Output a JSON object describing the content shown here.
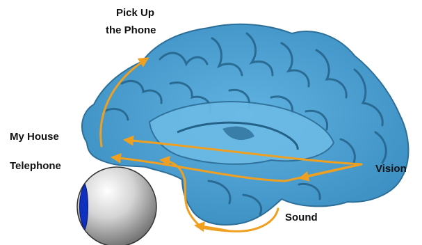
{
  "labels": {
    "pick_up_line1": "Pick Up",
    "pick_up_line2": "the Phone",
    "my_house": "My House",
    "telephone": "Telephone",
    "vision": "Vision",
    "sound": "Sound"
  },
  "colors": {
    "brain": "#4a9fd0",
    "brain_dark": "#2d6f98",
    "brain_light": "#7cc3ea",
    "arrow": "#f0a020",
    "eyeball": "#d0d0d0",
    "iris": "#1030c0",
    "label_text": "#111111"
  },
  "icons": {
    "eyeball": "eyeball-sphere-icon"
  }
}
